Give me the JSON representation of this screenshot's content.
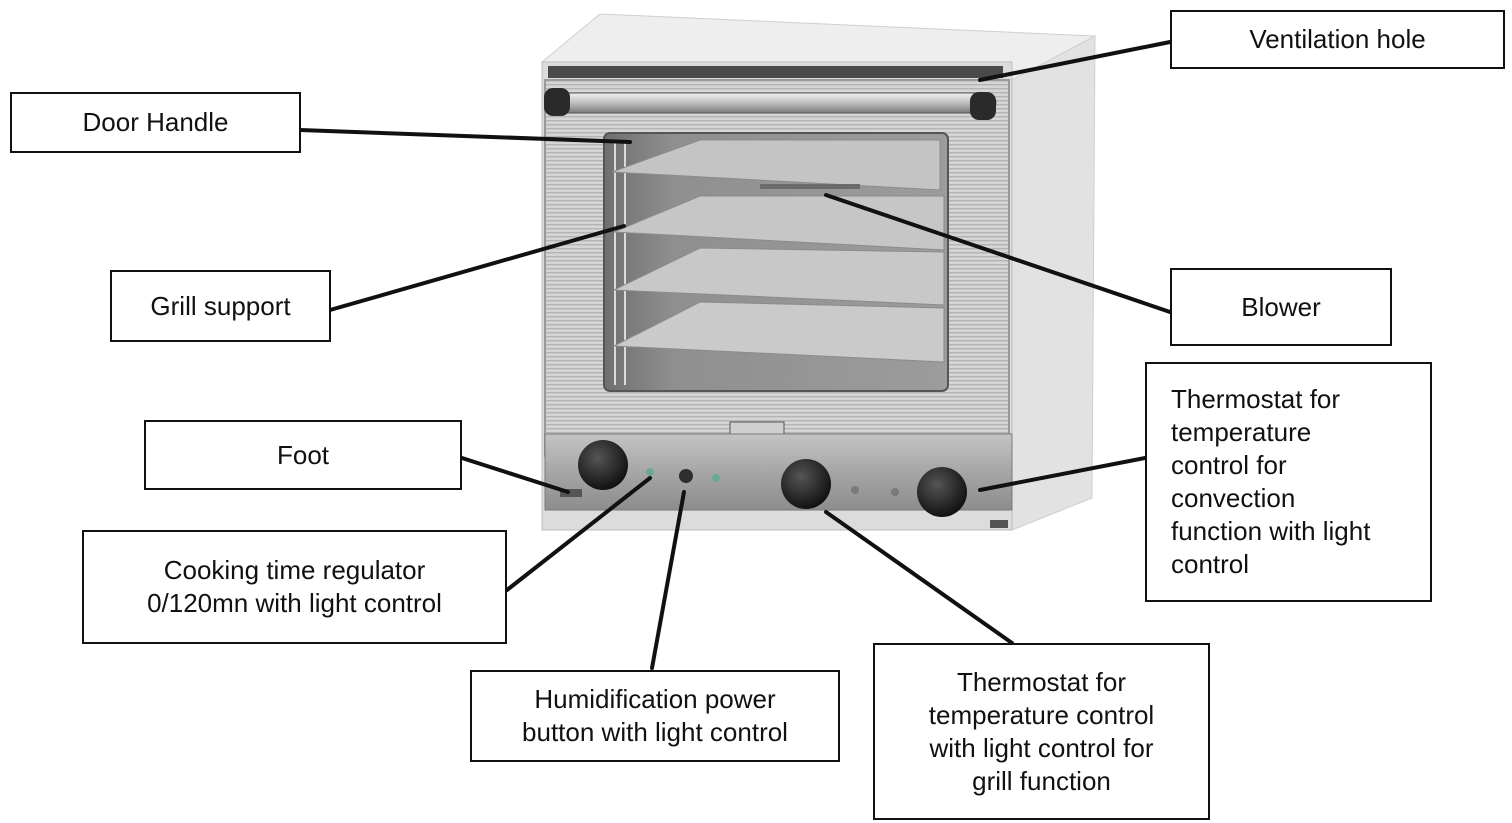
{
  "labels": {
    "ventilation_hole": "Ventilation hole",
    "door_handle": "Door Handle",
    "grill_support": "Grill support",
    "blower": "Blower",
    "foot": "Foot",
    "thermostat_convection": "Thermostat for\ntemperature\ncontrol for\nconvection\nfunction with light\ncontrol",
    "cooking_time_regulator": "Cooking time regulator\n0/120mn with light control",
    "humidification_button": "Humidification power\nbutton with light control",
    "thermostat_grill": "Thermostat for\ntemperature control\nwith light control for\ngrill function"
  },
  "colors": {
    "leader_line": "#111111",
    "oven_body": "#ececec",
    "oven_side": "#d9d9d9",
    "control_panel": "#a9a9a9",
    "knob": "#1a1a1a",
    "tray": "#bcbcbc"
  }
}
